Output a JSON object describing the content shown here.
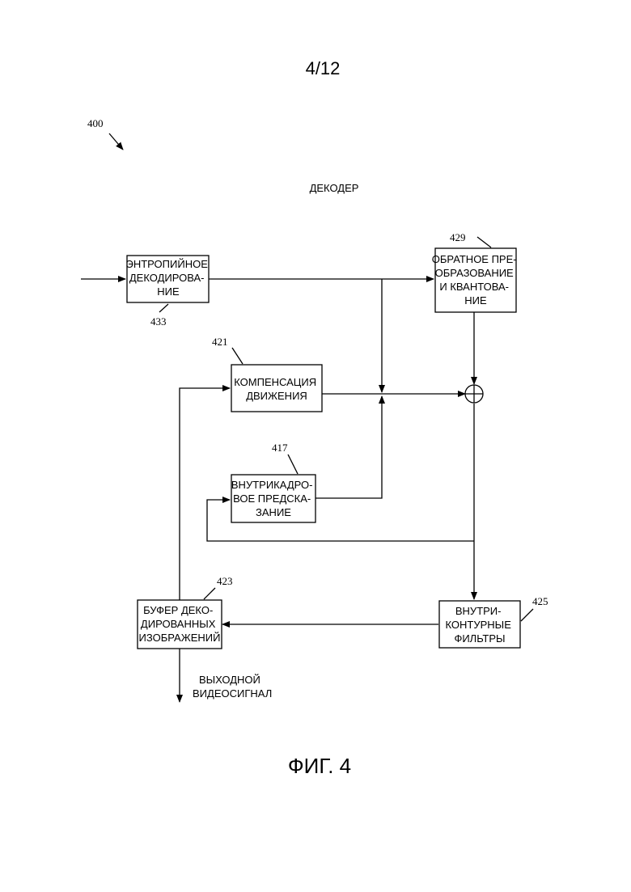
{
  "page": {
    "page_number": "4/12",
    "figure_caption": "ФИГ. 4"
  },
  "diagram": {
    "ref": "400",
    "title": "ДЕКОДЕР",
    "blocks": {
      "entropy": {
        "ref": "433",
        "lines": [
          "ЭНТРОПИЙНОЕ",
          "ДЕКОДИРОВА-",
          "НИЕ"
        ]
      },
      "inverse": {
        "ref": "429",
        "lines": [
          "ОБРАТНОЕ ПРЕ-",
          "ОБРАЗОВАНИЕ",
          "И КВАНТОВА-",
          "НИЕ"
        ]
      },
      "motion": {
        "ref": "421",
        "lines": [
          "КОМПЕНСАЦИЯ",
          "ДВИЖЕНИЯ"
        ]
      },
      "intra": {
        "ref": "417",
        "lines": [
          "ВНУТРИКАДРО-",
          "ВОЕ ПРЕДСКА-",
          "ЗАНИЕ"
        ]
      },
      "buffer": {
        "ref": "423",
        "lines": [
          "БУФЕР ДЕКО-",
          "ДИРОВАННЫХ",
          "ИЗОБРАЖЕНИЙ"
        ]
      },
      "loop": {
        "ref": "425",
        "lines": [
          "ВНУТРИ-",
          "КОНТУРНЫЕ",
          "ФИЛЬТРЫ"
        ]
      }
    },
    "output_label": [
      "ВЫХОДНОЙ",
      "ВИДЕОСИГНАЛ"
    ]
  }
}
